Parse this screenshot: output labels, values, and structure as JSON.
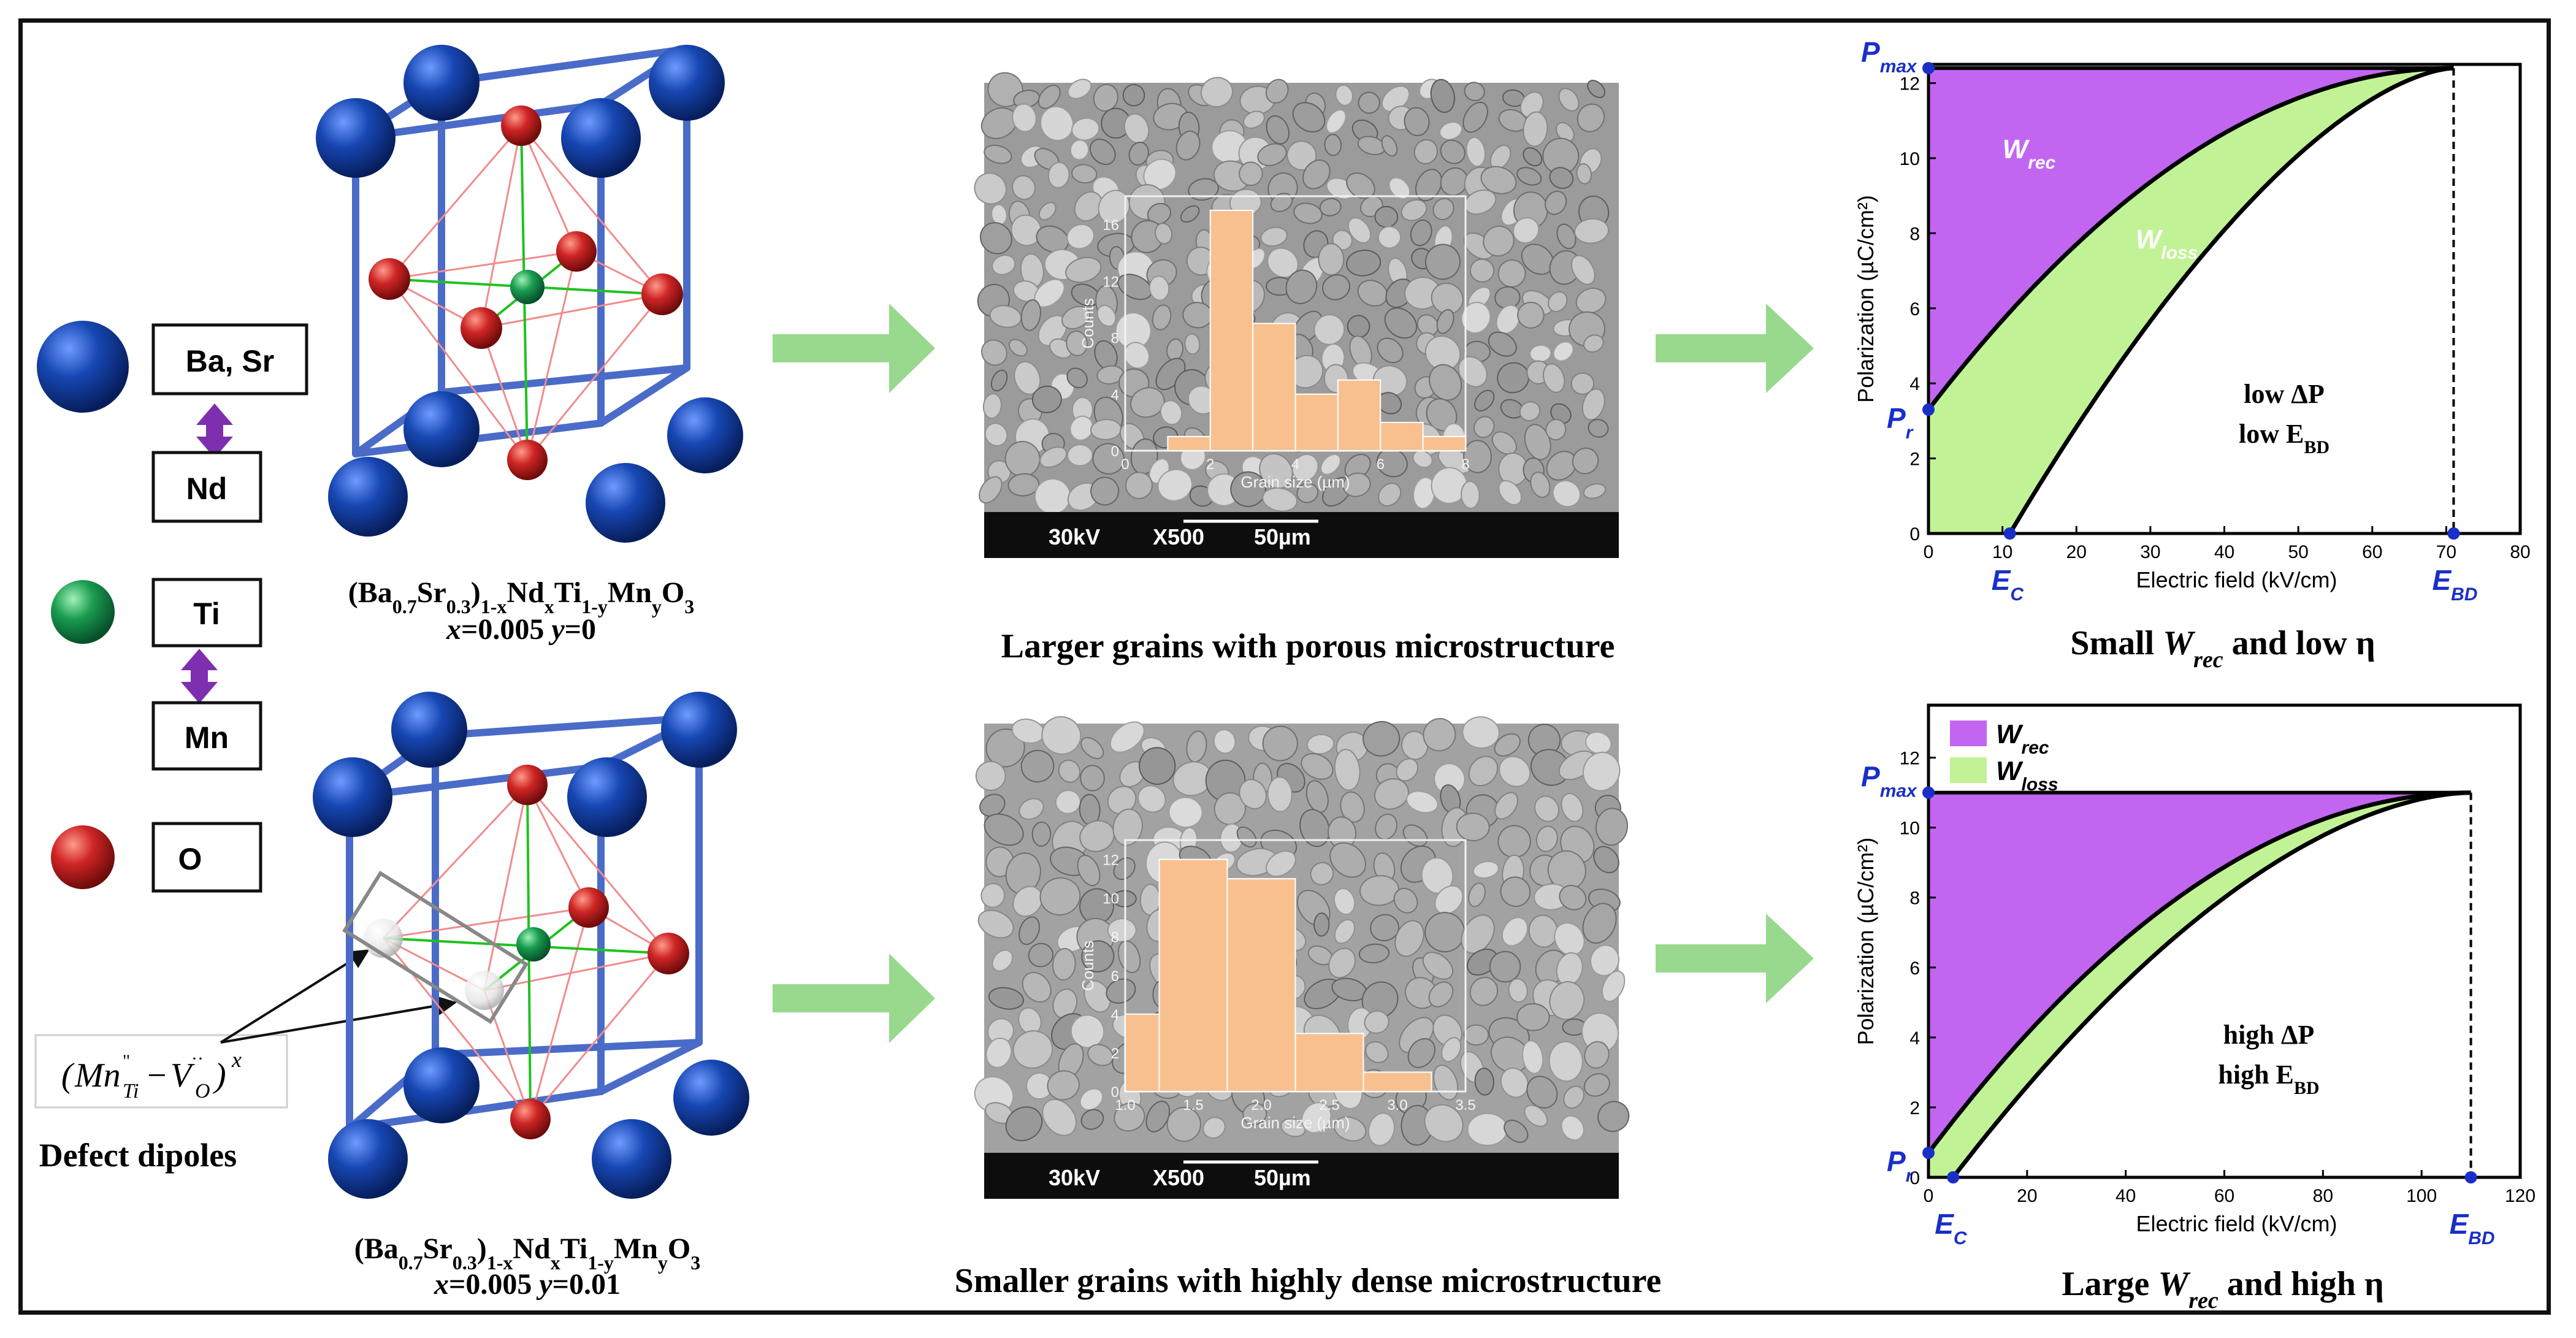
{
  "legend": {
    "ba_sr": "Ba, Sr",
    "nd": "Nd",
    "ti": "Ti",
    "mn": "Mn",
    "o": "O",
    "defect_caption": "Defect dipoles"
  },
  "crystal_top": {
    "formula": "(Ba0.7Sr0.3)1-xNdxTi1-yMnyO3",
    "params": "x=0.005 y=0"
  },
  "crystal_bottom": {
    "formula": "(Ba0.7Sr0.3)1-xNdxTi1-yMnyO3",
    "params": "x=0.005 y=0.01"
  },
  "sem_top": {
    "bar_kv": "30kV",
    "bar_mag": "X500",
    "bar_scale": "50µm",
    "caption": "Larger grains with porous microstructure"
  },
  "sem_bottom": {
    "bar_kv": "30kV",
    "bar_mag": "X500",
    "bar_scale": "50µm",
    "caption": "Smaller grains with highly dense microstructure"
  },
  "pe_top": {
    "caption_1": "Small ",
    "caption_2": " and low η",
    "note_1": "low ΔP",
    "note_2": "low E",
    "note_2_sub": "BD"
  },
  "pe_bottom": {
    "caption_1": "Large ",
    "caption_2": " and high η",
    "note_1": "high ΔP",
    "note_2": "high E",
    "note_2_sub": "BD"
  },
  "colors": {
    "ba_sr": "#1747b3",
    "ti": "#1a9c50",
    "o": "#cf2525",
    "arrow": "#98d98e",
    "wrec": "#c266f2",
    "wloss": "#c2f296",
    "hist": "#f9c08f",
    "label_blue": "#1a2fc7"
  },
  "chart_data": [
    {
      "type": "bar",
      "title": "",
      "xlabel": "Grain size (µm)",
      "ylabel": "Counts",
      "xlim": [
        0,
        8
      ],
      "ylim": [
        0,
        18
      ],
      "xticks": [
        0,
        2,
        4,
        6,
        8
      ],
      "yticks": [
        0,
        4,
        8,
        12,
        16
      ],
      "bin_edges": [
        1,
        2,
        3,
        4,
        5,
        6,
        7,
        8
      ],
      "values": [
        1,
        17,
        9,
        4,
        5,
        2,
        1
      ]
    },
    {
      "type": "bar",
      "title": "",
      "xlabel": "Grain size (µm)",
      "ylabel": "Counts",
      "xlim": [
        1.0,
        3.5
      ],
      "ylim": [
        0,
        13
      ],
      "xticks": [
        "1.0",
        "1.5",
        "2.0",
        "2.5",
        "3.0",
        "3.5"
      ],
      "yticks": [
        0,
        2,
        4,
        6,
        8,
        10,
        12
      ],
      "bin_edges": [
        1.0,
        1.25,
        1.75,
        2.25,
        2.75,
        3.25,
        3.5
      ],
      "values": [
        4,
        12,
        11,
        3,
        1
      ]
    },
    {
      "type": "area",
      "title": "",
      "xlabel": "Electric field (kV/cm)",
      "ylabel": "Polarization (µC/cm²)",
      "xlim": [
        0,
        80
      ],
      "ylim": [
        0,
        12.5
      ],
      "xticks": [
        0,
        10,
        20,
        30,
        40,
        50,
        60,
        70,
        80
      ],
      "yticks": [
        0,
        2,
        4,
        6,
        8,
        10,
        12
      ],
      "Pmax": 12.4,
      "Pr": 3.3,
      "Ec": 11,
      "EBD": 71,
      "regions": [
        "W_rec",
        "W_loss"
      ],
      "point_labels": [
        "P_max",
        "P_r",
        "E_C",
        "E_BD"
      ]
    },
    {
      "type": "area",
      "title": "",
      "xlabel": "Electric field (kV/cm)",
      "ylabel": "Polarization (µC/cm²)",
      "xlim": [
        0,
        120
      ],
      "ylim": [
        0,
        13.5
      ],
      "xticks": [
        0,
        20,
        40,
        60,
        80,
        100,
        120
      ],
      "yticks": [
        0,
        2,
        4,
        6,
        8,
        10,
        12
      ],
      "Pmax": 11.0,
      "Pr": 0.7,
      "Ec": 5,
      "EBD": 110,
      "legend": [
        "W_rec",
        "W_loss"
      ],
      "legend_position": "top-left",
      "point_labels": [
        "P_max",
        "P_r",
        "E_C",
        "E_BD"
      ]
    }
  ]
}
